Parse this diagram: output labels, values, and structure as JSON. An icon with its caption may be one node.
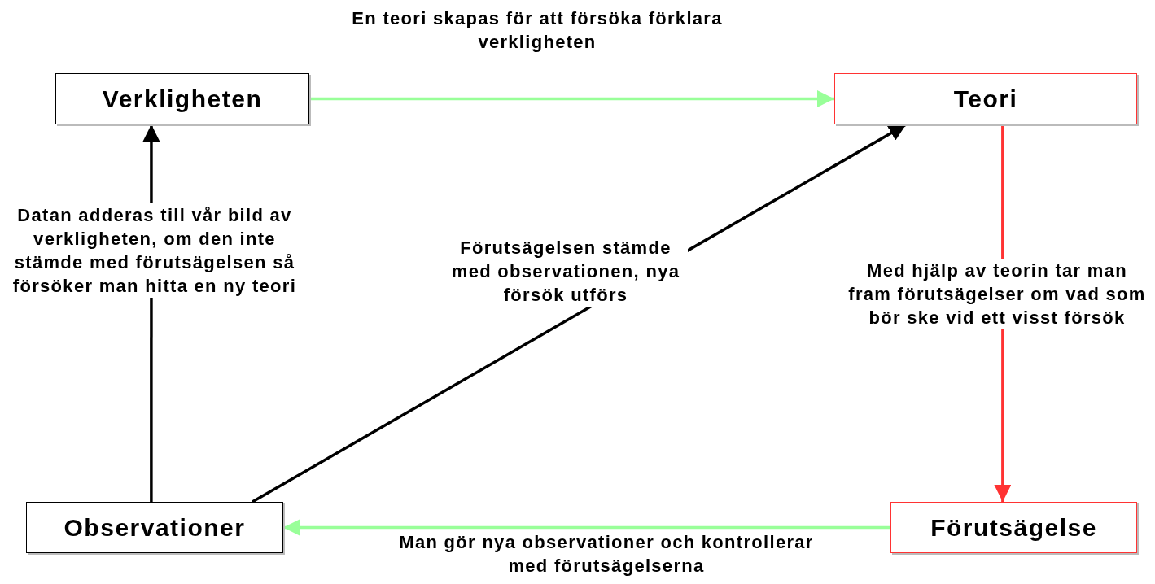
{
  "diagram": {
    "nodes": [
      {
        "text": [
          "Verkligheten"
        ]
      },
      {
        "text": [
          "Teori"
        ]
      },
      {
        "text": [
          "Förutsägelse"
        ]
      },
      {
        "text": [
          "Observationer"
        ]
      }
    ],
    "edges": [
      {
        "from": 0,
        "to": 1,
        "arrow": "to",
        "color": "#99ff99",
        "label": "En teori skapas för att försöka förklara verkligheten"
      },
      {
        "from": 1,
        "to": 2,
        "arrow": "to",
        "color": "#ff3333",
        "label": "Med hjälp av teorin tar man fram förutsägelser om vad som bör ske vid ett visst försök"
      },
      {
        "from": 2,
        "to": 3,
        "arrow": "to",
        "color": "#99ff99",
        "label": "Man gör nya observationer och kontrollerar med förutsägelserna"
      },
      {
        "from": 3,
        "to": 0,
        "arrow": "to",
        "color": "#000000",
        "label": "Datan adderas till vår bild av verkligheten, om den inte stämde med förutsägelsen så försöker man hitta en ny teori"
      },
      {
        "from": 3,
        "to": 1,
        "arrow": "to",
        "color": "#000000",
        "label": "Förutsägelsen stämde med observationen, nya försök utförs"
      }
    ]
  }
}
